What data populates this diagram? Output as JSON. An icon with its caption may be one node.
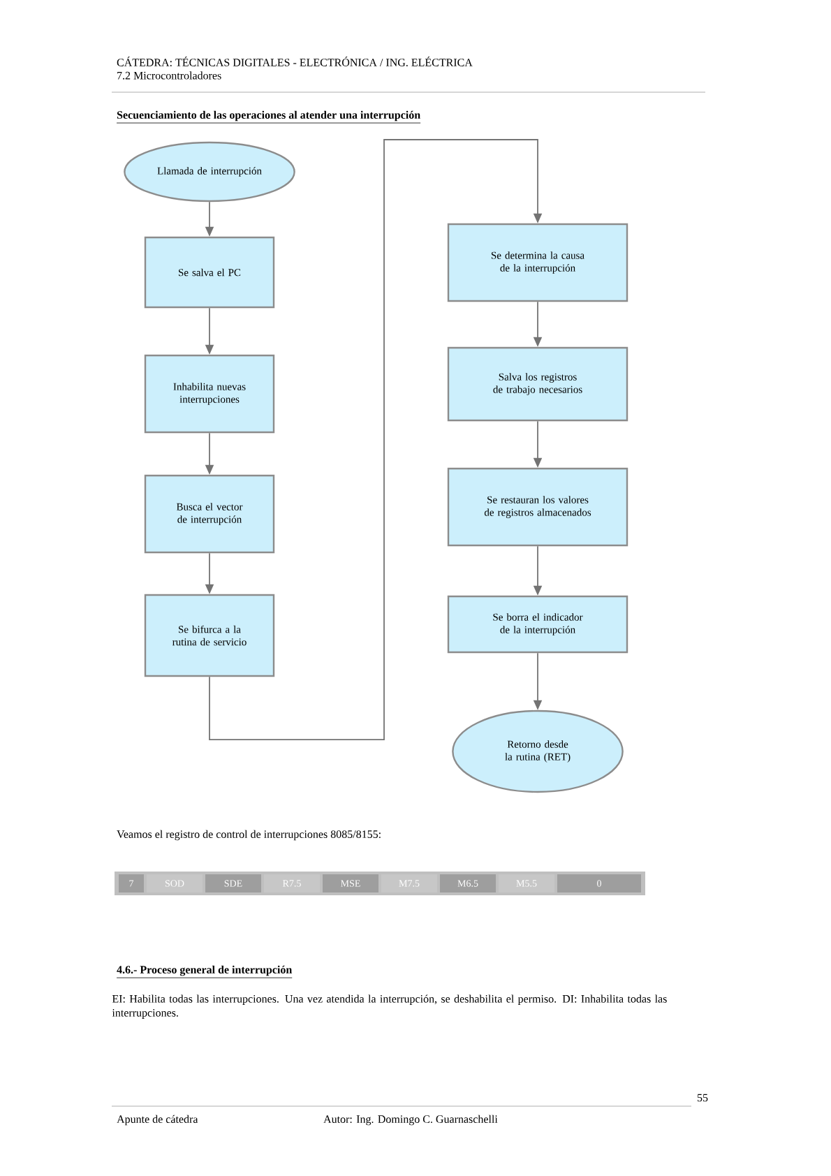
{
  "diagram": {
    "title": "Secuenciamiento de las operaciones al atender una interrupción",
    "nodes": [
      {
        "text": [
          "Llamada de interrupción"
        ]
      },
      {
        "text": [
          "Se salva el PC"
        ]
      },
      {
        "text": [
          "Inhabilita nuevas interrupciones"
        ]
      },
      {
        "text": [
          "Busca el vector de interrupción"
        ]
      },
      {
        "text": [
          "Se bifurca a la rutina de servicio"
        ]
      },
      {
        "text": [
          "Se determina la causa de la interrupción"
        ]
      },
      {
        "text": [
          "Salva los registros de trabajo necesarios"
        ]
      },
      {
        "text": [
          "Se restauran los valores de registros almacenados"
        ]
      },
      {
        "text": [
          "Se borra el indicador de la interrupción"
        ]
      },
      {
        "text": [
          "Retorno desde la rutina (RET)"
        ]
      }
    ],
    "edges": [
      {
        "from": 0,
        "to": 1,
        "arrow": "to"
      },
      {
        "from": 1,
        "to": 2,
        "arrow": "to"
      },
      {
        "from": 2,
        "to": 3,
        "arrow": "to"
      },
      {
        "from": 3,
        "to": 4,
        "arrow": "to"
      },
      {
        "from": 4,
        "to": 5,
        "arrow": "to"
      },
      {
        "from": 5,
        "to": 6,
        "arrow": "to"
      },
      {
        "from": 6,
        "to": 7,
        "arrow": "to"
      },
      {
        "from": 7,
        "to": 8,
        "arrow": "to"
      },
      {
        "from": 8,
        "to": 9,
        "arrow": "to"
      }
    ],
    "labels": [
      "CÁTEDRA: TÉCNICAS DIGITALES - ELECTRÓNICA / ING. ELÉCTRICA",
      "7.2 Microcontroladores",
      "Veamos el registro de control de interrupciones 8085/8155:",
      "7",
      "SOD",
      "SDE",
      "R7.5",
      "MSE",
      "M7.5",
      "M6.5",
      "M5.5",
      "0",
      "4.6.- Proceso general de interrupción",
      "EI: Habilita todas las interrupciones. Una vez atendida la interrupción, se deshabilita el permiso. DI: Inhabilita todas las interrupciones.",
      "55",
      "Apunte de cátedra",
      "Autor: Ing. Domingo C. Guarnaschelli"
    ]
  }
}
